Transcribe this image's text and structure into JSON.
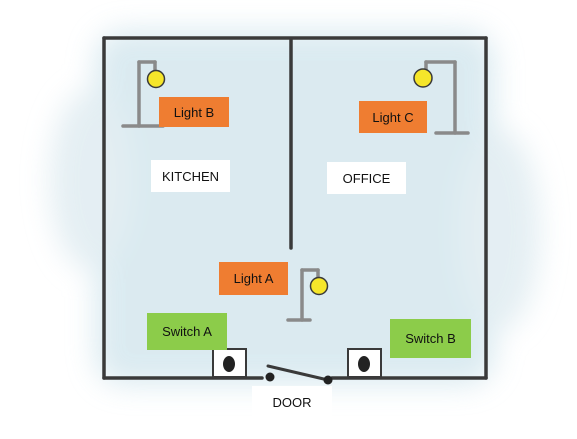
{
  "labels": {
    "light_b": "Light B",
    "light_c": "Light C",
    "light_a": "Light A",
    "kitchen": "KITCHEN",
    "office": "OFFICE",
    "switch_a": "Switch A",
    "switch_b": "Switch B",
    "door": "DOOR"
  },
  "colors": {
    "light_label": "#ef7d31",
    "switch_label": "#8ccc4a",
    "wall": "#3a3a3a",
    "lamp_post": "#8a8a8a",
    "bulb": "#f6e62a",
    "floor_tint": "#cfe4ec"
  },
  "icons": [
    "lamp-icon",
    "wall-switch-icon",
    "door-hinge-icon"
  ]
}
